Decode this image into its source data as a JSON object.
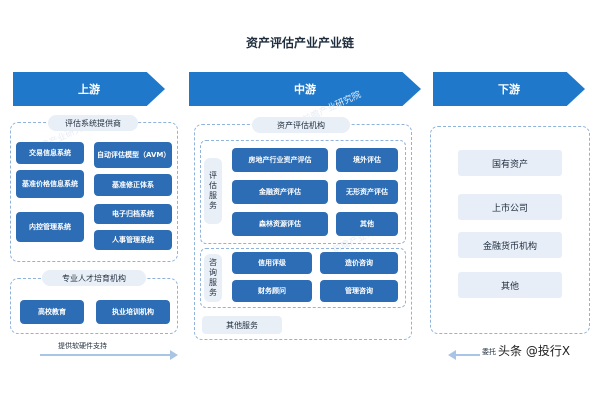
{
  "title": "资产评估产业产业链",
  "headers": {
    "upstream": "上游",
    "midstream": "中游",
    "downstream": "下游"
  },
  "upstream": {
    "section1_label": "评估系统提供商",
    "systems": [
      "交易信息系统",
      "自动评估模型（AVM）",
      "基准价格信息系统",
      "基准修正体系",
      "内控管理系统",
      "电子归档系统",
      "人事管理系统"
    ],
    "section2_label": "专业人才培育机构",
    "talent": [
      "高校教育",
      "执业培训机构"
    ],
    "flow_label": "提供软硬件支持"
  },
  "midstream": {
    "section_label": "资产评估机构",
    "eval_label": "评估服务",
    "eval_items": [
      "房地产行业资产评估",
      "境外评估",
      "金融资产评估",
      "无形资产评估",
      "森林资源评估",
      "其他"
    ],
    "consult_label": "咨询服务",
    "consult_items": [
      "信用评级",
      "造价咨询",
      "财务顾问",
      "管理咨询"
    ],
    "other_label": "其他服务"
  },
  "downstream": {
    "items": [
      "国有资产",
      "上市公司",
      "金融货币机构",
      "其他"
    ],
    "flow_label": "委托"
  },
  "watermark": "头条 @投行X",
  "colors": {
    "primary": "#1f78c9",
    "box": "#2c6db5",
    "light": "#e9eff7",
    "dash": "#8fb3da"
  }
}
